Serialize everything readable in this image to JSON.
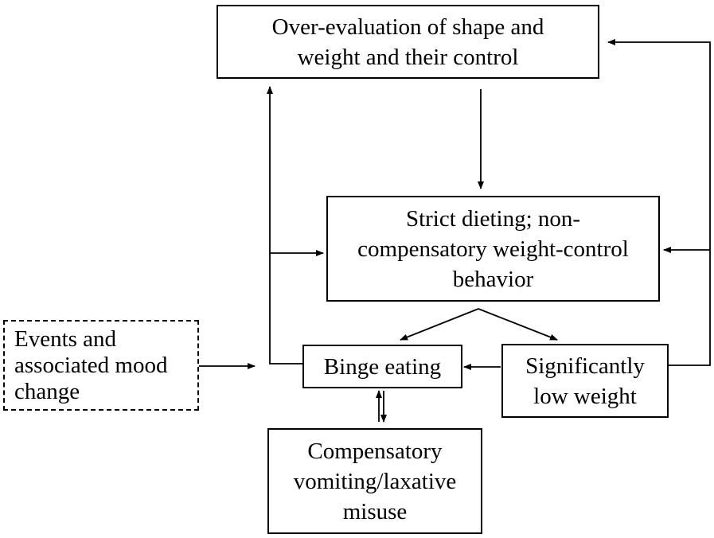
{
  "nodes": {
    "overevaluation": "Over-evaluation of shape and\nweight and their control",
    "strict_dieting": "Strict dieting; non-\ncompensatory weight-control\nbehavior",
    "events": "Events and\nassociated mood\nchange",
    "binge_eating": "Binge eating",
    "low_weight": "Significantly\nlow weight",
    "compensatory": "Compensatory\nvomiting/laxative\nmisuse"
  },
  "colors": {
    "stroke": "#000000",
    "background": "#ffffff"
  }
}
